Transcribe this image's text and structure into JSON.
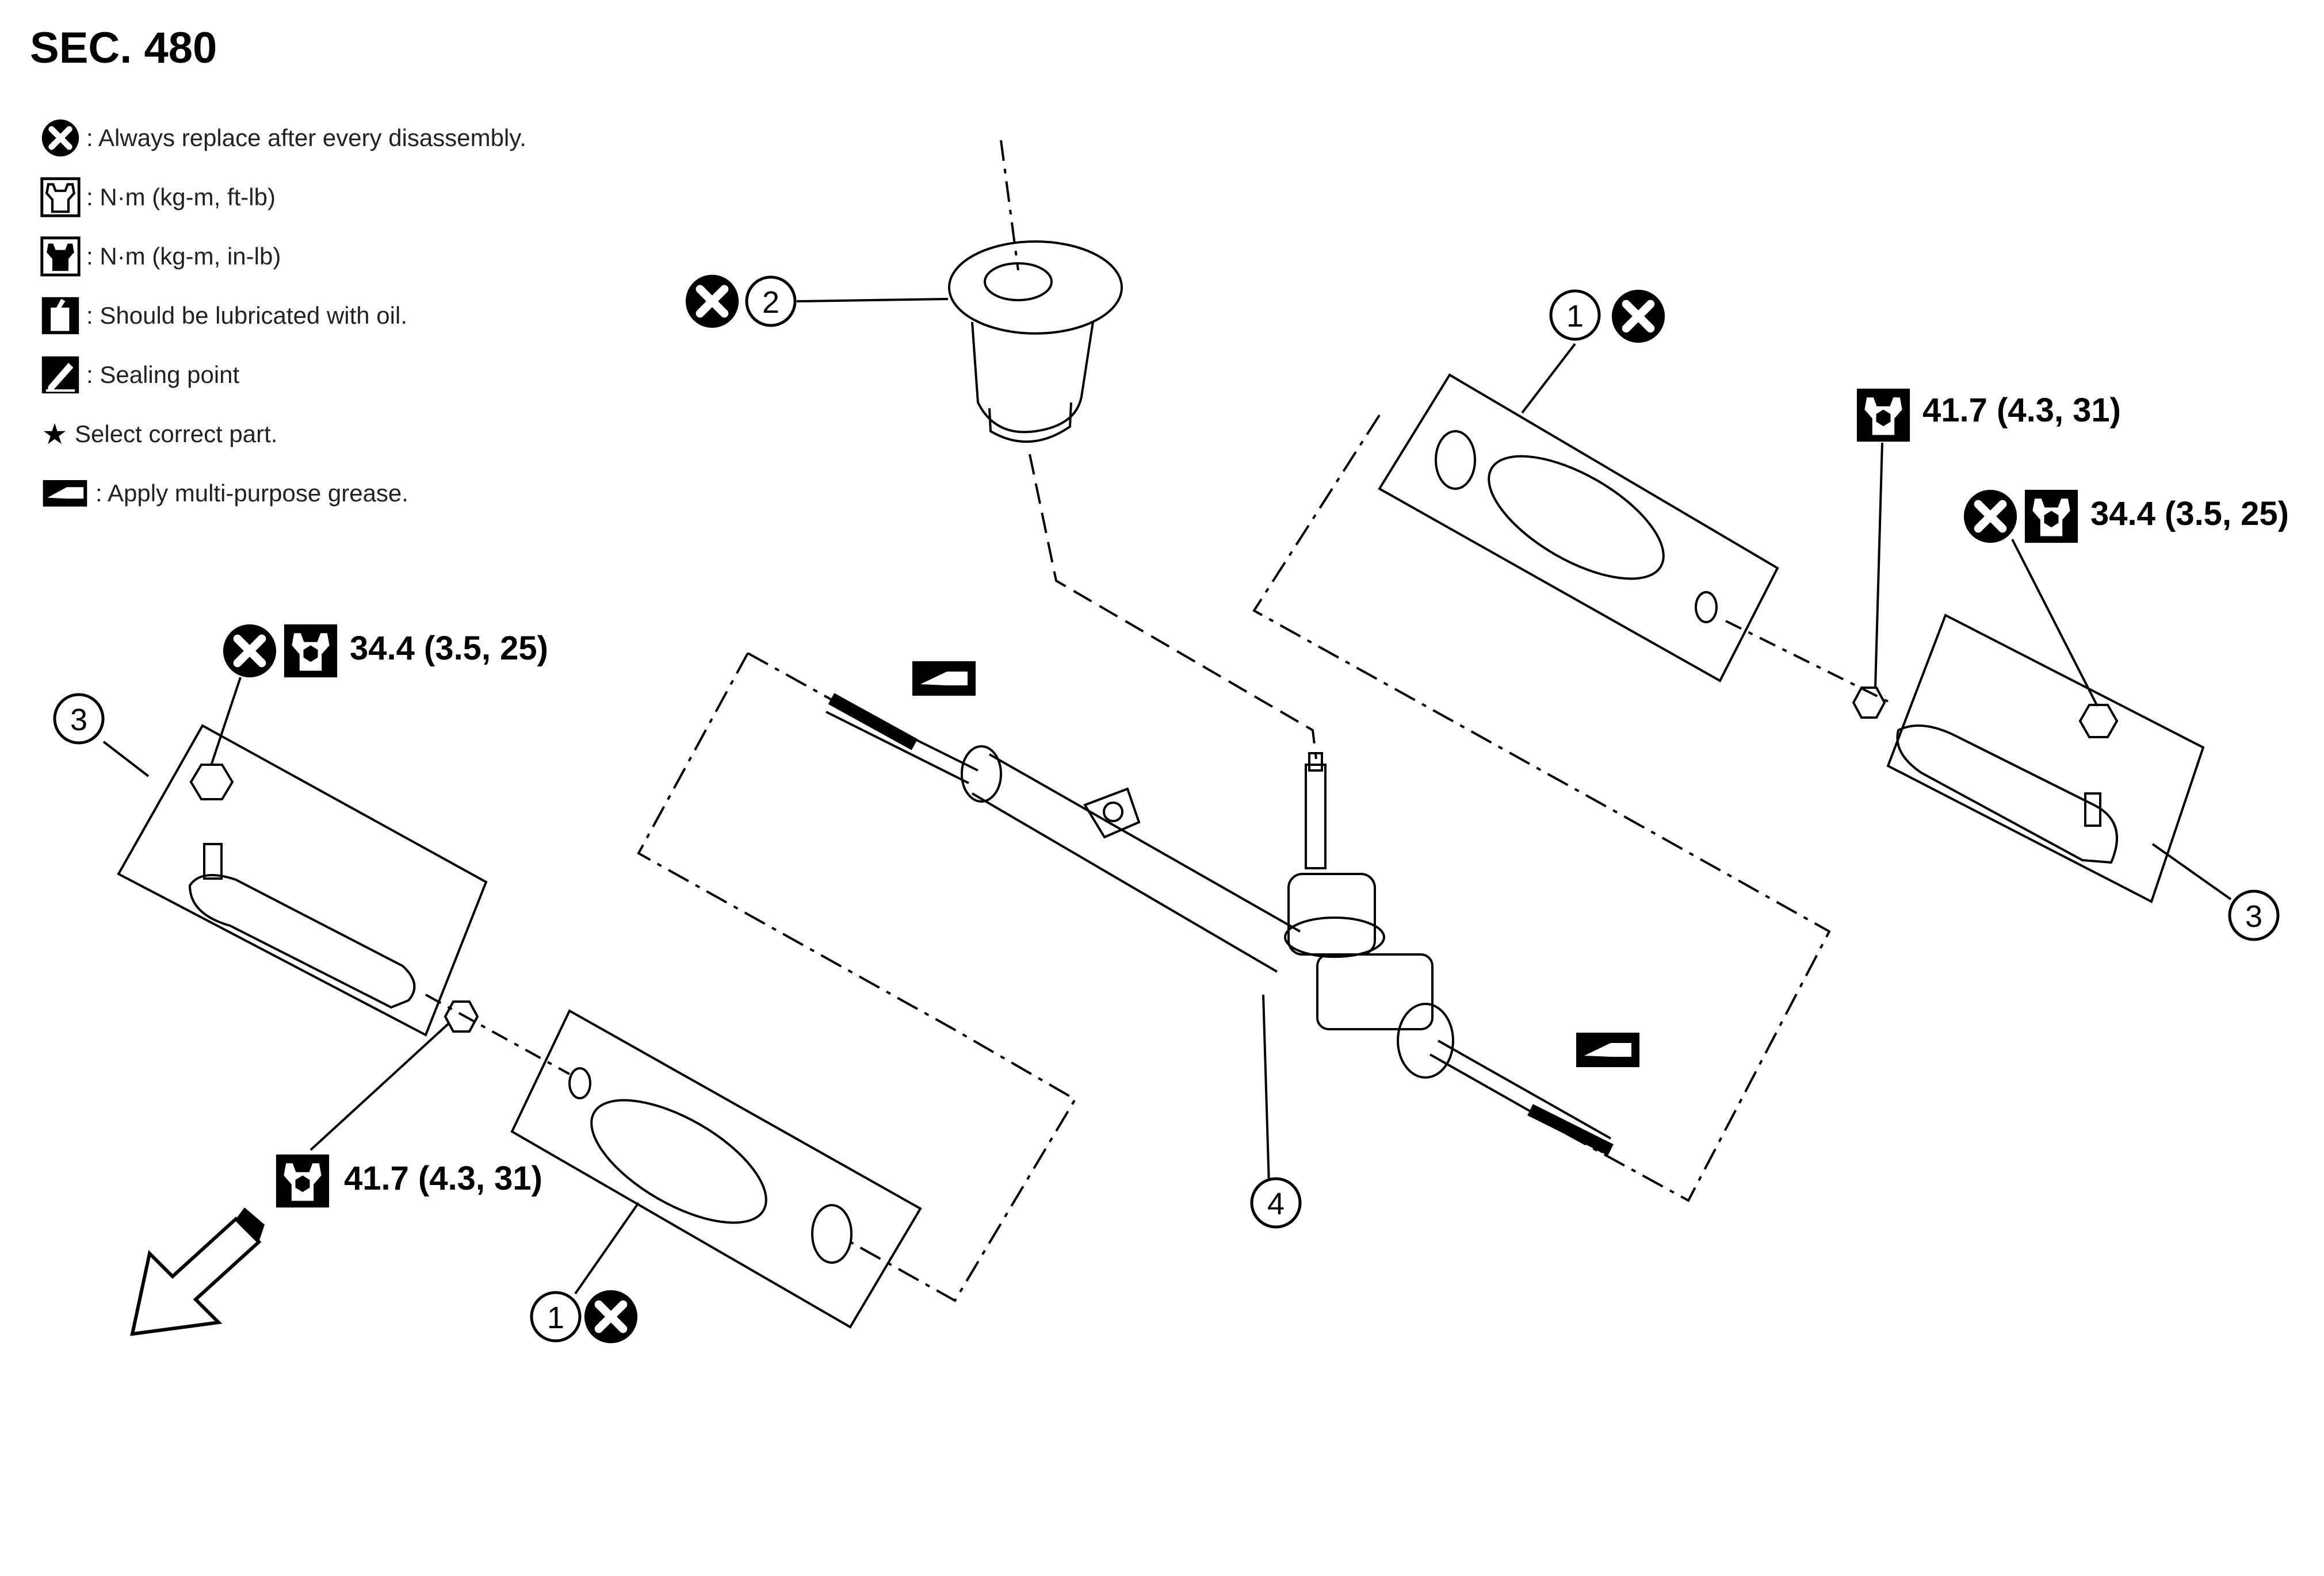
{
  "section": "SEC. 480",
  "legend": [
    {
      "icon": "replace-x-icon",
      "text": ": Always replace after every disassembly."
    },
    {
      "icon": "torque-wrench-icon",
      "text": ": N·m (kg-m, ft-lb)"
    },
    {
      "icon": "torque-wrench-inlb-icon",
      "text": ": N·m (kg-m, in-lb)"
    },
    {
      "icon": "oil-can-icon",
      "text": ": Should be lubricated with oil."
    },
    {
      "icon": "sealing-pen-icon",
      "text": ": Sealing point"
    },
    {
      "icon": "star-icon",
      "text": "Select correct part."
    },
    {
      "icon": "grease-gun-icon",
      "text": ": Apply multi-purpose grease."
    }
  ],
  "star_glyph": "★",
  "torque_labels": {
    "left_outer_nut": "34.4 (3.5, 25)",
    "left_lock_nut": "41.7 (4.3, 31)",
    "right_lock_nut": "41.7 (4.3, 31)",
    "right_outer_nut": "34.4 (3.5, 25)"
  },
  "callouts": {
    "boot_left": "1",
    "boot_right": "1",
    "column_hole_cover": "2",
    "outer_socket_left": "3",
    "outer_socket_right": "3",
    "gear_assembly": "4"
  },
  "colors": {
    "ink": "#000000",
    "paper": "#ffffff",
    "legend_text": "#222222"
  }
}
